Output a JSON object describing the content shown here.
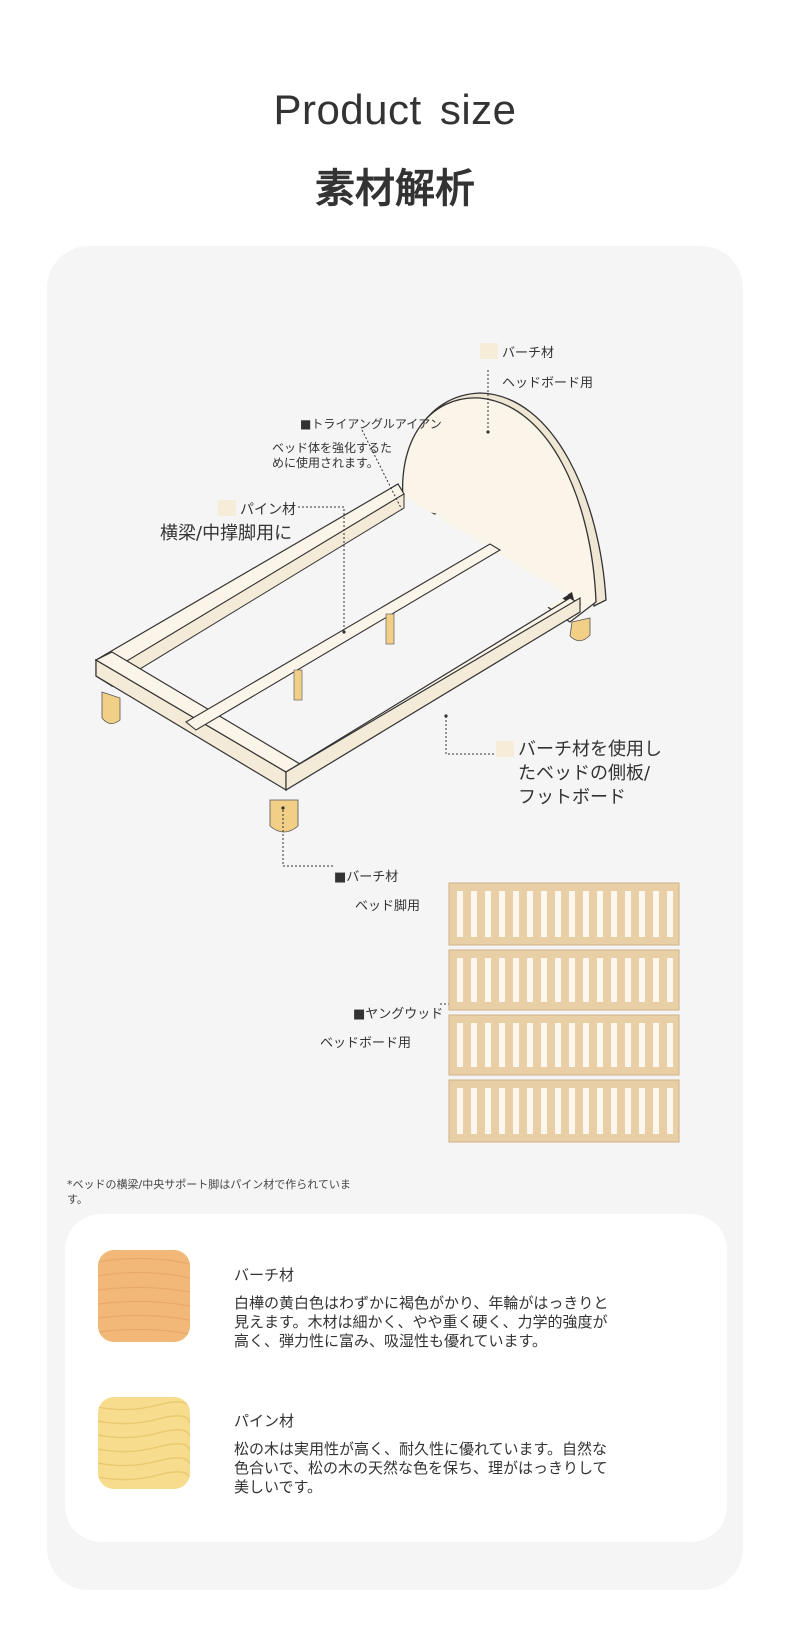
{
  "header": {
    "title_en": "Product  size",
    "title_ja": "素材解析"
  },
  "diagram": {
    "birch_head_name": "バーチ材",
    "birch_head_use": "ヘッドボード用",
    "iron_name": "■トライアングルアイアン",
    "iron_desc_1": "ベッド体を強化するた",
    "iron_desc_2": "めに使用されます。",
    "pine_name": "パイン材",
    "pine_use": "横梁/中撑脚用に",
    "birch_side_1": "バーチ材を使用し",
    "birch_side_2": "たベッドの側板/",
    "birch_side_3": "フットボード",
    "birch_leg_name": "■バーチ材",
    "birch_leg_use": "ベッド脚用",
    "young_name": "■ヤングウッド",
    "young_use": "ベッドボード用"
  },
  "note": "*ベッドの横梁/中央サポート脚はパイン材で作られています。",
  "materials": [
    {
      "name": "バーチ材",
      "desc_1": "白樺の黄白色はわずかに褐色がかり、年輪がはっきりと",
      "desc_2": "見えます。木材は細かく、やや重く硬く、力学的強度が",
      "desc_3": "高く、弾力性に富み、吸湿性も優れています。"
    },
    {
      "name": "パイン材",
      "desc_1": "松の木は実用性が高く、耐久性に優れています。自然な",
      "desc_2": "色合いで、松の木の天然な色を保ち、理がはっきりして",
      "desc_3": "美しいです。"
    }
  ],
  "colors": {
    "panel_bg": "#f5f5f5",
    "bed_fill": "#fbf4e8",
    "leg": "#f2cf86",
    "slat": "#e9cfa6",
    "birch_swatch": "#f2b878",
    "pine_swatch": "#f6dc8c"
  }
}
